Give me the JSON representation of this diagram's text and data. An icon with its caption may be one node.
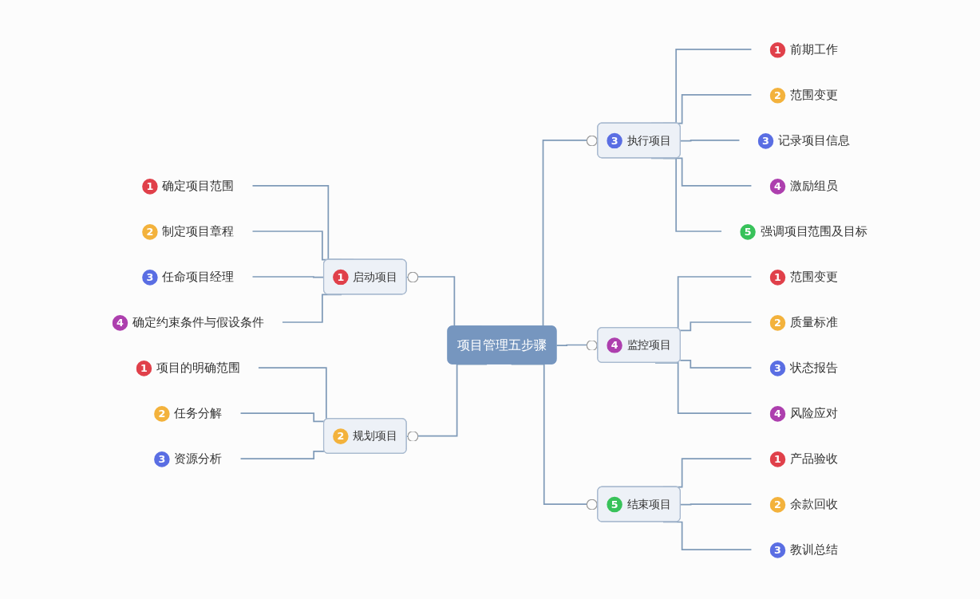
{
  "diagram": {
    "nodes": [
      {
        "text": [
          "项目管理五步骤"
        ]
      },
      {
        "text": [
          "1",
          "启动项目"
        ]
      },
      {
        "text": [
          "1",
          "确定项目范围"
        ]
      },
      {
        "text": [
          "2",
          "制定项目章程"
        ]
      },
      {
        "text": [
          "3",
          "任命项目经理"
        ]
      },
      {
        "text": [
          "4",
          "确定约束条件与假设条件"
        ]
      },
      {
        "text": [
          "2",
          "规划项目"
        ]
      },
      {
        "text": [
          "1",
          "项目的明确范围"
        ]
      },
      {
        "text": [
          "2",
          "任务分解"
        ]
      },
      {
        "text": [
          "3",
          "资源分析"
        ]
      },
      {
        "text": [
          "3",
          "执行项目"
        ]
      },
      {
        "text": [
          "1",
          "前期工作"
        ]
      },
      {
        "text": [
          "2",
          "范围变更"
        ]
      },
      {
        "text": [
          "3",
          "记录项目信息"
        ]
      },
      {
        "text": [
          "4",
          "激励组员"
        ]
      },
      {
        "text": [
          "5",
          "强调项目范围及目标"
        ]
      },
      {
        "text": [
          "4",
          "监控项目"
        ]
      },
      {
        "text": [
          "1",
          "范围变更"
        ]
      },
      {
        "text": [
          "2",
          "质量标准"
        ]
      },
      {
        "text": [
          "3",
          "状态报告"
        ]
      },
      {
        "text": [
          "4",
          "风险应对"
        ]
      },
      {
        "text": [
          "5",
          "结束项目"
        ]
      },
      {
        "text": [
          "1",
          "产品验收"
        ]
      },
      {
        "text": [
          "2",
          "余款回收"
        ]
      },
      {
        "text": [
          "3",
          "教训总结"
        ]
      }
    ],
    "edges": [
      {
        "from": 0,
        "to": 1,
        "arrow": "other"
      },
      {
        "from": 1,
        "to": 2,
        "arrow": "none"
      },
      {
        "from": 1,
        "to": 3,
        "arrow": "none"
      },
      {
        "from": 1,
        "to": 4,
        "arrow": "none"
      },
      {
        "from": 1,
        "to": 5,
        "arrow": "none"
      },
      {
        "from": 0,
        "to": 6,
        "arrow": "other"
      },
      {
        "from": 6,
        "to": 7,
        "arrow": "none"
      },
      {
        "from": 6,
        "to": 8,
        "arrow": "none"
      },
      {
        "from": 6,
        "to": 9,
        "arrow": "none"
      },
      {
        "from": 0,
        "to": 10,
        "arrow": "other"
      },
      {
        "from": 10,
        "to": 11,
        "arrow": "none"
      },
      {
        "from": 10,
        "to": 12,
        "arrow": "none"
      },
      {
        "from": 10,
        "to": 13,
        "arrow": "none"
      },
      {
        "from": 10,
        "to": 14,
        "arrow": "none"
      },
      {
        "from": 10,
        "to": 15,
        "arrow": "none"
      },
      {
        "from": 0,
        "to": 16,
        "arrow": "other"
      },
      {
        "from": 16,
        "to": 17,
        "arrow": "none"
      },
      {
        "from": 16,
        "to": 18,
        "arrow": "none"
      },
      {
        "from": 16,
        "to": 19,
        "arrow": "none"
      },
      {
        "from": 16,
        "to": 20,
        "arrow": "none"
      },
      {
        "from": 0,
        "to": 21,
        "arrow": "other"
      },
      {
        "from": 21,
        "to": 22,
        "arrow": "none"
      },
      {
        "from": 21,
        "to": 23,
        "arrow": "none"
      },
      {
        "from": 21,
        "to": 24,
        "arrow": "none"
      }
    ]
  }
}
